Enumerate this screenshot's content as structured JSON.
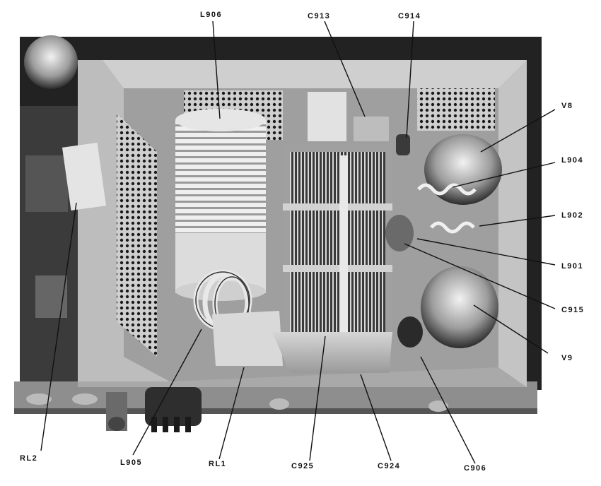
{
  "diagram": {
    "labels": {
      "l906": "L906",
      "c913": "C913",
      "c914": "C914",
      "v8": "V8",
      "l904": "L904",
      "l902": "L902",
      "l901": "L901",
      "c915": "C915",
      "v9": "V9",
      "rl2": "RL2",
      "l905": "L905",
      "rl1": "RL1",
      "c925": "C925",
      "c924": "C924",
      "c906": "C906"
    },
    "background_color": "#ffffff",
    "ink_color": "#111111"
  }
}
